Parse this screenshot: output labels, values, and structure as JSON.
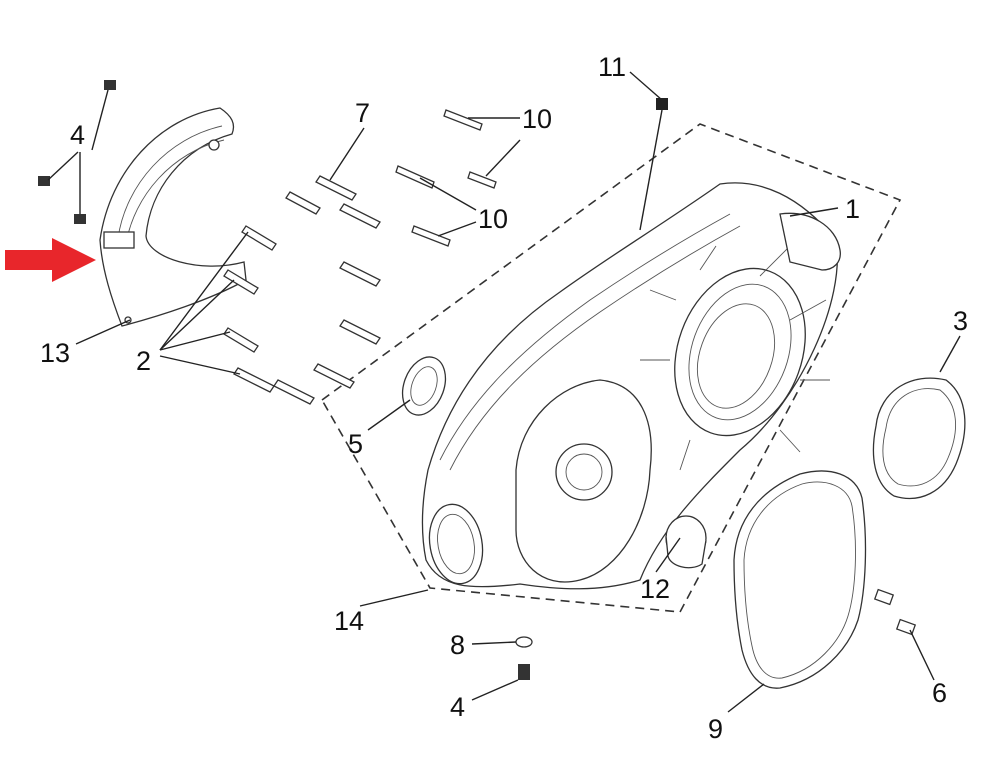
{
  "arrow_color": "#e8262b",
  "callouts": [
    {
      "id": "c1",
      "text": "1"
    },
    {
      "id": "c2",
      "text": "2"
    },
    {
      "id": "c3",
      "text": "3"
    },
    {
      "id": "c4a",
      "text": "4"
    },
    {
      "id": "c4b",
      "text": "4"
    },
    {
      "id": "c5",
      "text": "5"
    },
    {
      "id": "c6",
      "text": "6"
    },
    {
      "id": "c7",
      "text": "7"
    },
    {
      "id": "c8",
      "text": "8"
    },
    {
      "id": "c9",
      "text": "9"
    },
    {
      "id": "c10a",
      "text": "10"
    },
    {
      "id": "c10b",
      "text": "10"
    },
    {
      "id": "c11",
      "text": "11"
    },
    {
      "id": "c12",
      "text": "12"
    },
    {
      "id": "c13",
      "text": "13"
    },
    {
      "id": "c14",
      "text": "14"
    }
  ]
}
